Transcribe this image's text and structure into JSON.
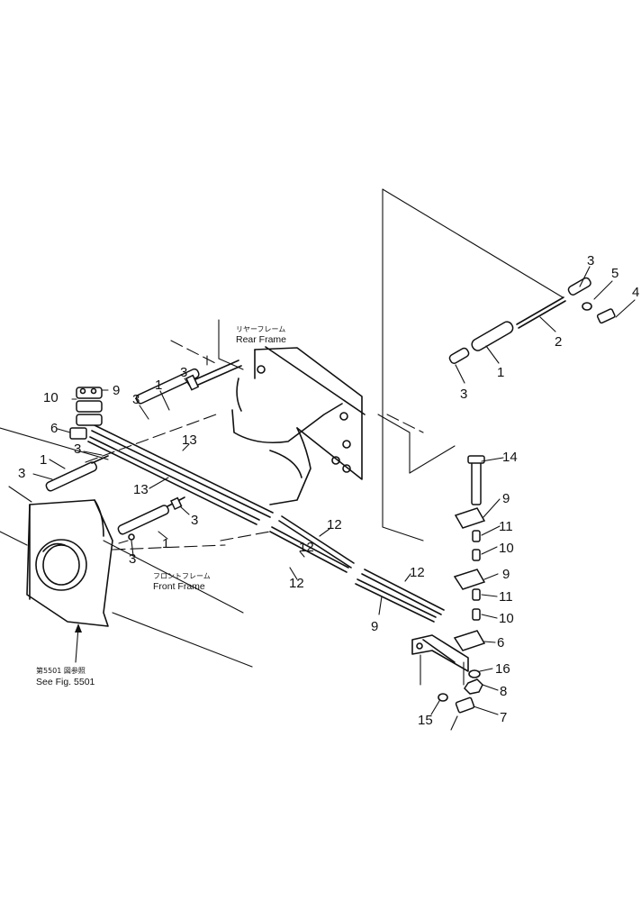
{
  "labels": {
    "rear_frame_jp": "リヤーフレーム",
    "rear_frame_en": "Rear Frame",
    "front_frame_jp": "フロントフレーム",
    "front_frame_en": "Front Frame",
    "see_fig_jp": "第5501 図参照",
    "see_fig_en": "See Fig. 5501"
  },
  "callouts": [
    "3",
    "5",
    "4",
    "2",
    "1",
    "3",
    "10",
    "9",
    "3",
    "1",
    "6",
    "3",
    "3",
    "13",
    "3",
    "1",
    "13",
    "3",
    "1",
    "3",
    "14",
    "9",
    "11",
    "10",
    "12",
    "12",
    "12",
    "9",
    "11",
    "10",
    "12",
    "9",
    "6",
    "16",
    "8",
    "15",
    "7"
  ]
}
